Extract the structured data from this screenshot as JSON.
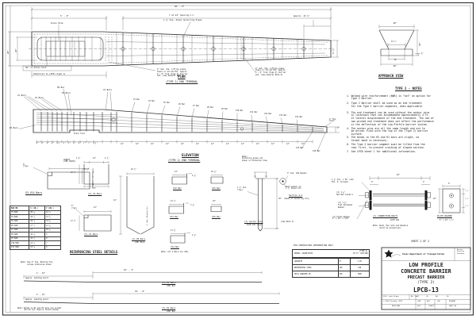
{
  "plan": {
    "dim_total": "20' - 0\"",
    "dim_left": "5' - 0\"",
    "spacing": "7 at 24\" Spacing C-C",
    "pipes": "1 ¾\" Dia. Steel Anchoring Pipes",
    "drain_hole": "Drain Hole",
    "approx": "Approx. 23 ½\"",
    "w_outer": "28\"",
    "w_inner": "20\"",
    "end_h": "14 ⅞\"",
    "drain_slot": "30\" to Drain Slot",
    "identical": "Identical to LPCB (Type 1)",
    "lift1": "2\" nom. dia. lifting pipes,\nSteel or Sch.40 PVC, approx.\n4'- 0\" from (Type 2) barrier\nend. (See General Note 6)",
    "lift2": "2\" nom. dia. lifting pipes,\nSteel or Sch.40 PVC, approx.\n5'- 9\" from (Type 2) barrier\nend. (See General Note 6)",
    "title": "PLAN",
    "subtitle": "(TYPE 2) END TERMINAL"
  },
  "approach": {
    "w_top": "28\"",
    "w_mid": "14 ⅞\"",
    "w_base_inner": "14\"",
    "w_base": "26\"",
    "height": "20\"",
    "lip": "¾\"",
    "title": "APPROACH VIEW"
  },
  "notes": {
    "title": "TYPE 2 - NOTES",
    "items": [
      "1. Welded wire reinforcement (WWR) is \"not\" an option for\n   Type 2 Barrier.",
      "2. Type 2 Barrier shall be used as an end treatment\n   for the Type 1 barrier segments, when applicable.",
      "3. The end treatment can be used without the anchor pins\n   in locations that can accommodate approximately 4 ft.\n   of lateral displacement of the end treatment. The use of\n   non-pinned end treatment does not affect the performance\n   or the deflection of the Low-Profile barrier system.",
      "4. The anchor pins are all the same length and are to\n   be driven flush with the top of the (Type 2) barrier\n   surface.",
      "5. The bends in the H3 and H1 bars are slight, no\n   formal bend is necessary.",
      "6. The Type 2 barrier segment must be lifted from the\n   rear first, to prevent cracking of sloped section.",
      "7. See LPCB sheet 1 for additional information."
    ]
  },
  "elevation": {
    "labels": {
      "v1": "V1 Bars",
      "v2": "V2 Bars",
      "h1": "H1 Bars",
      "h3": "H3 Bar",
      "v1r": "V1 Bars",
      "h2": "H2 Bars",
      "drain": "Drain Slot",
      "v15": "V15 Bar",
      "v16": "V16 Bar"
    },
    "vbars": [
      "V3 Bar",
      "V4 Bar",
      "V5 Bar",
      "V6 Bar",
      "V7 Bar",
      "V8 Bar",
      "V9 Bar",
      "V10 Bar",
      "V11 Bar",
      "V12 Bar",
      "V13 Bar",
      "V14 Bar"
    ],
    "dims": {
      "left_string": "5\" 4\" 4\" 4\" 4½\" 5\" 5\" 5\" 6\" 7\" 7\" 4½\"",
      "twelve": "12\"",
      "cover": "2\" Min.\nCover",
      "end": "4\""
    },
    "title": "ELEVATION",
    "subtitle": "(TYPE 2) END TERMINAL",
    "note": "Note:\nAnchoring pipes not\nshown in Elevation View"
  },
  "details": {
    "v314": {
      "varies": "VARIES\n(SEE CHART)",
      "typ5": "5\"\n(Typ)",
      "yvaries": "Y VARIES (SEE CHART)",
      "label": "V3-V14 Bars"
    },
    "table": {
      "headers": [
        "BAR MK",
        "X (IN.)",
        "Y (IN.)"
      ],
      "rows": [
        [
          "V3 BAR",
          "20 ¼",
          "14 ½"
        ],
        [
          "V4 BAR",
          "19 ½",
          "13 ½"
        ],
        [
          "V5 BAR",
          "18 ½",
          "12 ¾"
        ],
        [
          "V6 BAR",
          "17 ⅞",
          "11 ¾"
        ],
        [
          "V7 BAR",
          "17",
          "10 ¼"
        ],
        [
          "V8 BAR",
          "16 ¼",
          "9"
        ],
        [
          "V9 BAR",
          "15 ½",
          "8"
        ],
        [
          "V10 BAR",
          "14 ½",
          "7"
        ],
        [
          "V11 BAR",
          "13 ¾",
          "6"
        ]
      ]
    },
    "title": "REINFORCING STEEL DETAILS",
    "pin_note": "Note: Use 2\" Dia. Bending Pin,\n      unless otherwise shown",
    "v2": {
      "d1": "4 ½\"",
      "d2": "12\"",
      "d3": "4 ½\"",
      "h": "13 ½\"",
      "h2": "10 ¼\"",
      "w": "21\"",
      "label": "(6)-V2 Bars"
    },
    "v1": {
      "typ": "5\"\n(Typ)",
      "w": "21\"",
      "h": "13 ½\"",
      "label": "(5)-V1 Bars"
    },
    "h2bar": {
      "w": "22 ½\"",
      "h": "41\"",
      "pin": "½\" Dia. Bending Pin",
      "label": "(4)-H2 Bars",
      "sub": "(#5) Bars"
    },
    "v12": {
      "w": "13\"",
      "hook": "4 ¾\"",
      "label": "V12 Bar"
    },
    "v13": {
      "w": "12 ½\"",
      "hook": "3 ¾\"",
      "label": "V13 Bar"
    },
    "v14": {
      "w": "11 ¾\"",
      "hook": "2 ¾\"",
      "label": "V14 Bar"
    },
    "v15": {
      "w": "10 ¾\"",
      "label": "V15 Bar"
    },
    "v16": {
      "w": "10\"",
      "label": "V16 Bar"
    },
    "vnote": "Note: All V Bars are (#4)",
    "h3": {
      "total": "16' - 4\"",
      "bend": "4' - 10\"",
      "approx": "Approx. bending point",
      "label": "(2)-H3 Bars",
      "sub": "(#5) Bar"
    },
    "h1": {
      "total": "19' - 8\"",
      "bend": "4' - 10\"",
      "approx": "Approx. bending point",
      "label": "(4)-H1 Bars",
      "sub": "(#5) Bar"
    },
    "bend_note": "Note: Bends on H1 and H3 bars are slight\n      and do not require formal bends."
  },
  "anchor": {
    "dia": "1 ½\" dia.\n(Typ)",
    "len": "30\"",
    "label": "(7) Anchor Pins",
    "material": "ASTM A36 Steel",
    "see": "(See Note 3)",
    "washer": "3\" Dia. USS Washer",
    "weld": "Weld washer to\n1 ½\" Steel Pin",
    "section": "Section A-A",
    "section_sub": "(Head of Anchoring Pin)"
  },
  "bolts": {
    "len": "26\"",
    "thread": "4\"",
    "rods": "1 ¼\" dia. x 26\" rods\nMin. 4\" threads",
    "nut": "(4) 1 ¼\"\nHex Nut Grade 5",
    "washer": "(4) 1 ¼\"\nFlat Hardened\nWasher",
    "plate": "(2) Plate Washer\n5\" x 10\" x 3/8\"",
    "label": "(2) CONNECTION BOLTS",
    "material": "ASTM A36",
    "note": "Note: Rods, Hex nuts and Washers\n      shall be Galvanized."
  },
  "plate": {
    "w": "5\"",
    "h": "10\"",
    "d1": "2 ¼\"",
    "d2": "5 ½\"",
    "d3": "2 ¼\"",
    "label": "PLATE WASHER",
    "size": "5\" x 10\" x ⅜\""
  },
  "quantities": {
    "title": "FOR CONTRACTORS INFORMATION ONLY",
    "h1": "(TYPE 2)",
    "h2": "APPROX. QUANTITIES",
    "h3": "20 FT. SECTION",
    "rows": [
      [
        "CONCRETE",
        "CY",
        "1.65"
      ],
      [
        "REINFORCING STEEL",
        "LBS",
        "240"
      ],
      [
        "TOTAL BARRIER WT.",
        "LBS",
        "7000"
      ]
    ]
  },
  "titleblock": {
    "sheet": "SHEET 2 OF 2",
    "agency": "Texas Department of Transportation",
    "division": "Design\nDivision\nStandard",
    "t1": "LOW PROFILE",
    "t2": "CONCRETE BARRIER",
    "t3": "PRECAST BARRIER",
    "t4": "(TYPE 2)",
    "t5": "LPCB-13",
    "file": "FILE: lpcb-13.dgn",
    "dn": "DN: TxDOT",
    "ck1": "CK:",
    "dw": "DW:",
    "ck2": "CK:",
    "copyright": "© TxDOT December 2019",
    "cont": "CONT",
    "sect": "SECT",
    "job": "JOB",
    "highway": "HIGHWAY",
    "revisions": "REVISIONS",
    "dist": "DIST",
    "county": "COUNTY",
    "sheetno": "SHEET NO."
  }
}
